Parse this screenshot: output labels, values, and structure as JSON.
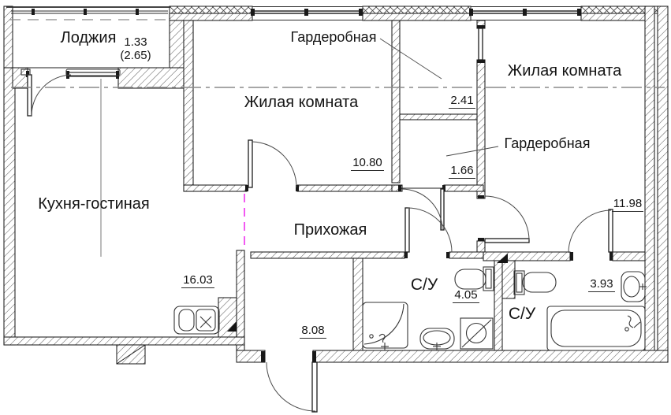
{
  "plan_type": "apartment-floor-plan",
  "rooms": {
    "loggia": {
      "name": "Лоджия",
      "area": "1.33",
      "area_total": "(2.65)"
    },
    "wardrobe_top": {
      "name": "Гардеробная",
      "area": "2.41"
    },
    "living_middle": {
      "name": "Жилая комната",
      "area": "10.80"
    },
    "living_right": {
      "name": "Жилая комната",
      "area": "11.98"
    },
    "wardrobe_right": {
      "name": "Гардеробная",
      "area": "1.66"
    },
    "kitchen_living": {
      "name": "Кухня-гостиная",
      "area": "16.03"
    },
    "hallway": {
      "name": "Прихожая",
      "area": "8.08"
    },
    "bathroom_1": {
      "name": "С/У",
      "area": "4.05"
    },
    "bathroom_2": {
      "name": "С/У",
      "area": "3.93"
    }
  },
  "colors": {
    "line": "#1c1c1c",
    "hatch": "#454545",
    "axis_gray": "#8a8a8a",
    "zone_boundary_magenta": "#ee22ee",
    "background": "#ffffff"
  },
  "symbols": [
    "window",
    "balcony-door",
    "door-swing",
    "entrance-door",
    "loggia-bench",
    "kitchen-sink",
    "vent-shaft",
    "shower",
    "washbasin",
    "washing-machine",
    "toilet",
    "bathtub"
  ]
}
